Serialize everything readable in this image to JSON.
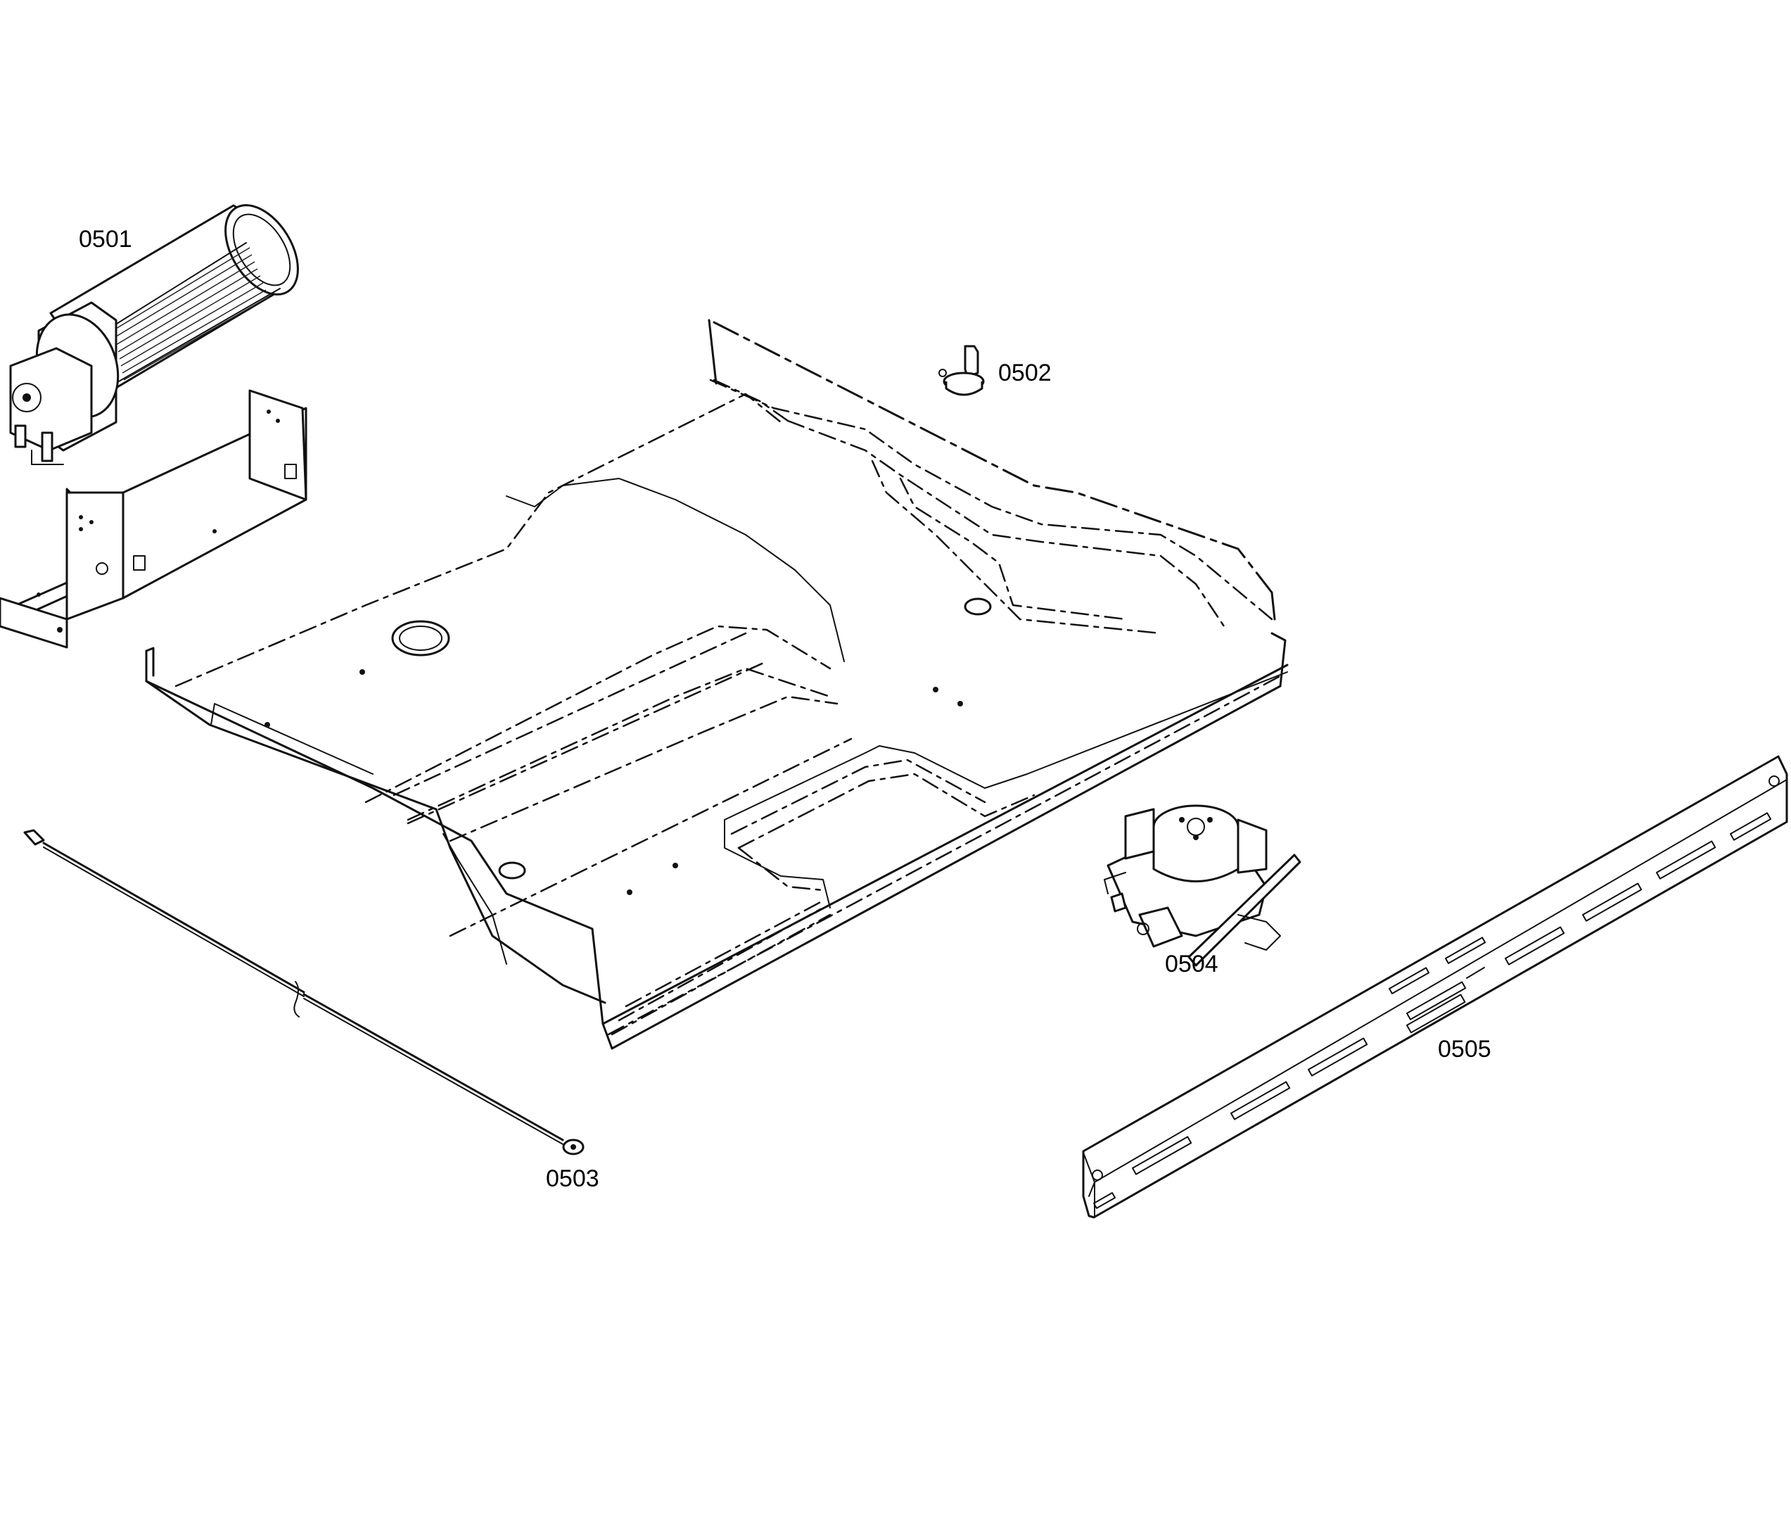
{
  "diagram": {
    "callouts": [
      {
        "id": "0501",
        "text": "0501"
      },
      {
        "id": "0502",
        "text": "0502"
      },
      {
        "id": "0503",
        "text": "0503"
      },
      {
        "id": "0504",
        "text": "0504"
      },
      {
        "id": "0505",
        "text": "0505"
      }
    ]
  }
}
